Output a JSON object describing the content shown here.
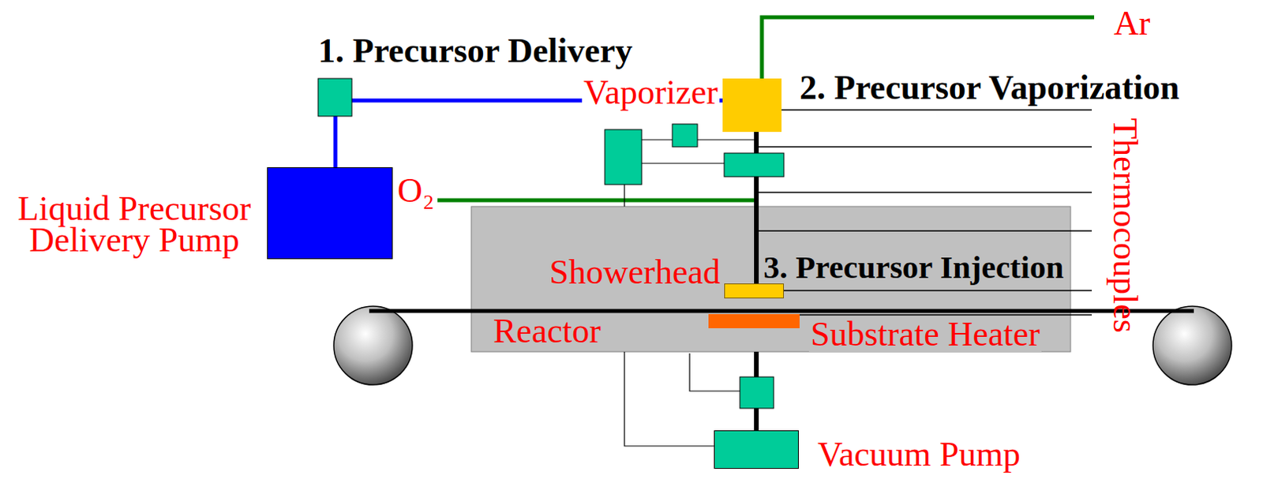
{
  "diagram": {
    "nodes": [
      {
        "text": [
          "Liquid Precursor Delivery Pump"
        ]
      },
      {
        "text": [
          "Vaporizer"
        ]
      },
      {
        "text": [
          "Reactor"
        ]
      },
      {
        "text": [
          "Showerhead"
        ],
        "in": 2
      },
      {
        "text": [
          "Substrate Heater"
        ],
        "in": 2
      },
      {
        "text": [
          "Vacuum Pump"
        ]
      }
    ],
    "edges": [
      {
        "from": 0,
        "to": 1,
        "arrow": "none"
      },
      {
        "from": 1,
        "to": 3,
        "arrow": "none"
      },
      {
        "from": 2,
        "to": 5,
        "arrow": "none"
      }
    ],
    "labels": [
      "1. Precursor Delivery",
      "2. Precursor Vaporization",
      "3. Precursor Injection",
      "Ar",
      "O₂",
      "Thermocouples"
    ]
  }
}
